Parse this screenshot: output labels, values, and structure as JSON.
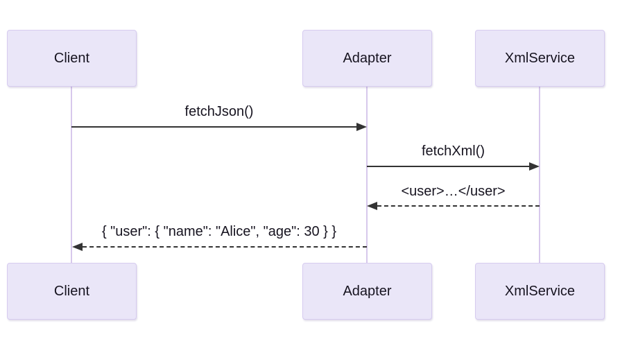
{
  "diagram": {
    "type": "sequence",
    "colors": {
      "background": "#ffffff",
      "actor_fill": "#EAE6F8",
      "actor_border": "#D6CBEF",
      "lifeline": "#D7C8EC",
      "arrow": "#333333",
      "text": "#16131f"
    },
    "actors": [
      {
        "id": "client",
        "name": "Client"
      },
      {
        "id": "adapter",
        "name": "Adapter"
      },
      {
        "id": "xmlservice",
        "name": "XmlService"
      }
    ],
    "messages": [
      {
        "from": "Client",
        "to": "Adapter",
        "text": "fetchJson()",
        "line": "solid",
        "direction": "right"
      },
      {
        "from": "Adapter",
        "to": "XmlService",
        "text": "fetchXml()",
        "line": "solid",
        "direction": "right"
      },
      {
        "from": "XmlService",
        "to": "Adapter",
        "text": "<user>…</user>",
        "line": "dashed",
        "direction": "left"
      },
      {
        "from": "Adapter",
        "to": "Client",
        "text": "{ \"user\": { \"name\": \"Alice\", \"age\": 30 } }",
        "line": "dashed",
        "direction": "left"
      }
    ]
  }
}
